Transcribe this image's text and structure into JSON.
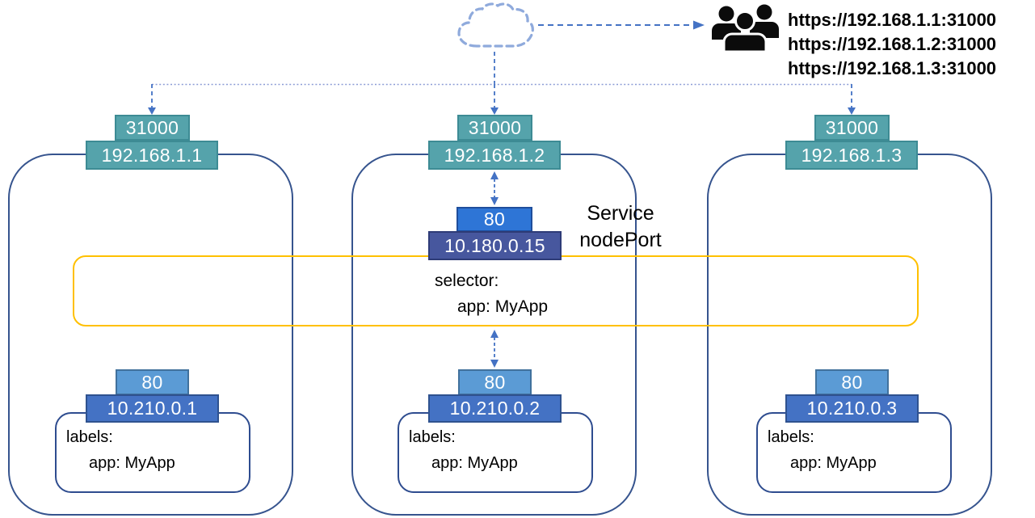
{
  "external_access": {
    "urls": [
      "https://192.168.1.1:31000",
      "https://192.168.1.2:31000",
      "https://192.168.1.3:31000"
    ]
  },
  "service": {
    "label_line1": "Service",
    "label_line2": "nodePort",
    "port": "80",
    "cluster_ip": "10.180.0.15",
    "selector_line1": "selector:",
    "selector_line2": "app: MyApp"
  },
  "nodes": [
    {
      "node_port": "31000",
      "node_ip": "192.168.1.1",
      "pod": {
        "port": "80",
        "pod_ip": "10.210.0.1",
        "labels_line1": "labels:",
        "labels_line2": "app: MyApp"
      }
    },
    {
      "node_port": "31000",
      "node_ip": "192.168.1.2",
      "pod": {
        "port": "80",
        "pod_ip": "10.210.0.2",
        "labels_line1": "labels:",
        "labels_line2": "app: MyApp"
      }
    },
    {
      "node_port": "31000",
      "node_ip": "192.168.1.3",
      "pod": {
        "port": "80",
        "pod_ip": "10.210.0.3",
        "labels_line1": "labels:",
        "labels_line2": "app: MyApp"
      }
    }
  ],
  "icons": {
    "cloud": "cloud-icon",
    "users": "users-icon"
  },
  "colors": {
    "node_port_badge": "#55A3AB",
    "pod_port_badge": "#5B9BD5",
    "pod_ip_badge": "#4472C4",
    "service_port_badge": "#2E75D6",
    "service_ip_badge": "#47579E",
    "selector_box_border": "#FFC000",
    "node_border": "#36548E",
    "arrow": "#4472C4",
    "cloud_outline": "#8FAADC",
    "badge_text": "#FFFFFF",
    "label_text": "#000000"
  }
}
